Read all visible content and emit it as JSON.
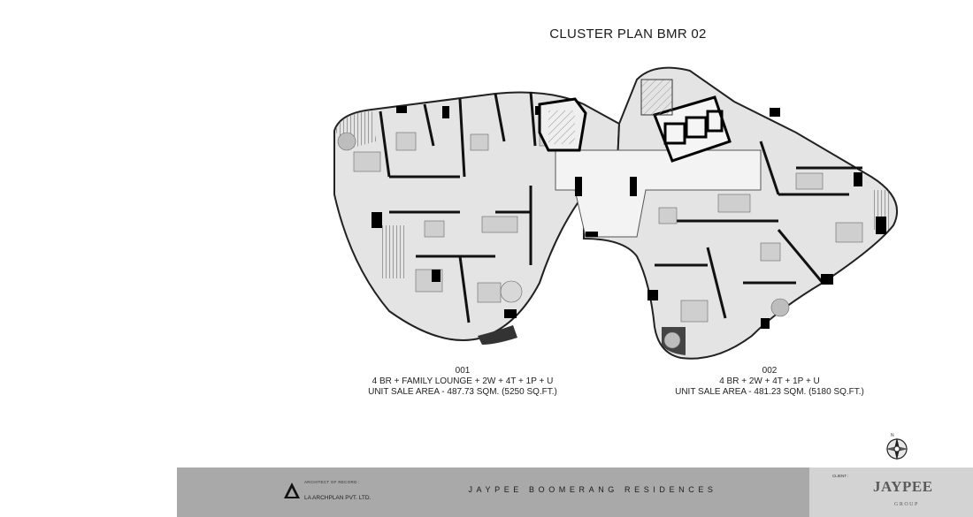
{
  "title": "CLUSTER PLAN BMR 02",
  "units": [
    {
      "id": "001",
      "config": "4 BR + FAMILY LOUNGE + 2W + 4T + 1P + U",
      "area": "UNIT SALE  AREA - 487.73 SQM. (5250 SQ.FT.)"
    },
    {
      "id": "002",
      "config": "4 BR + 2W + 4T + 1P + U",
      "area": "UNIT SALE  AREA - 481.23 SQM. (5180 SQ.FT.)"
    }
  ],
  "footer": {
    "architect_label": "ARCHITECT OF RECORD :",
    "architect_name": "LA ARCHPLAN PVT. LTD.",
    "project_name": "JAYPEE BOOMERANG RESIDENCES",
    "client_label": "CLIENT :",
    "client_logo_text": "JAYPEE",
    "client_logo_sub": "GROUP"
  },
  "compass": {
    "north_label": "N"
  },
  "colors": {
    "footer_bg": "#a9a9a9",
    "client_bg": "#d3d3d3",
    "plan_fill": "#e6e6e6",
    "wall": "#111111"
  }
}
